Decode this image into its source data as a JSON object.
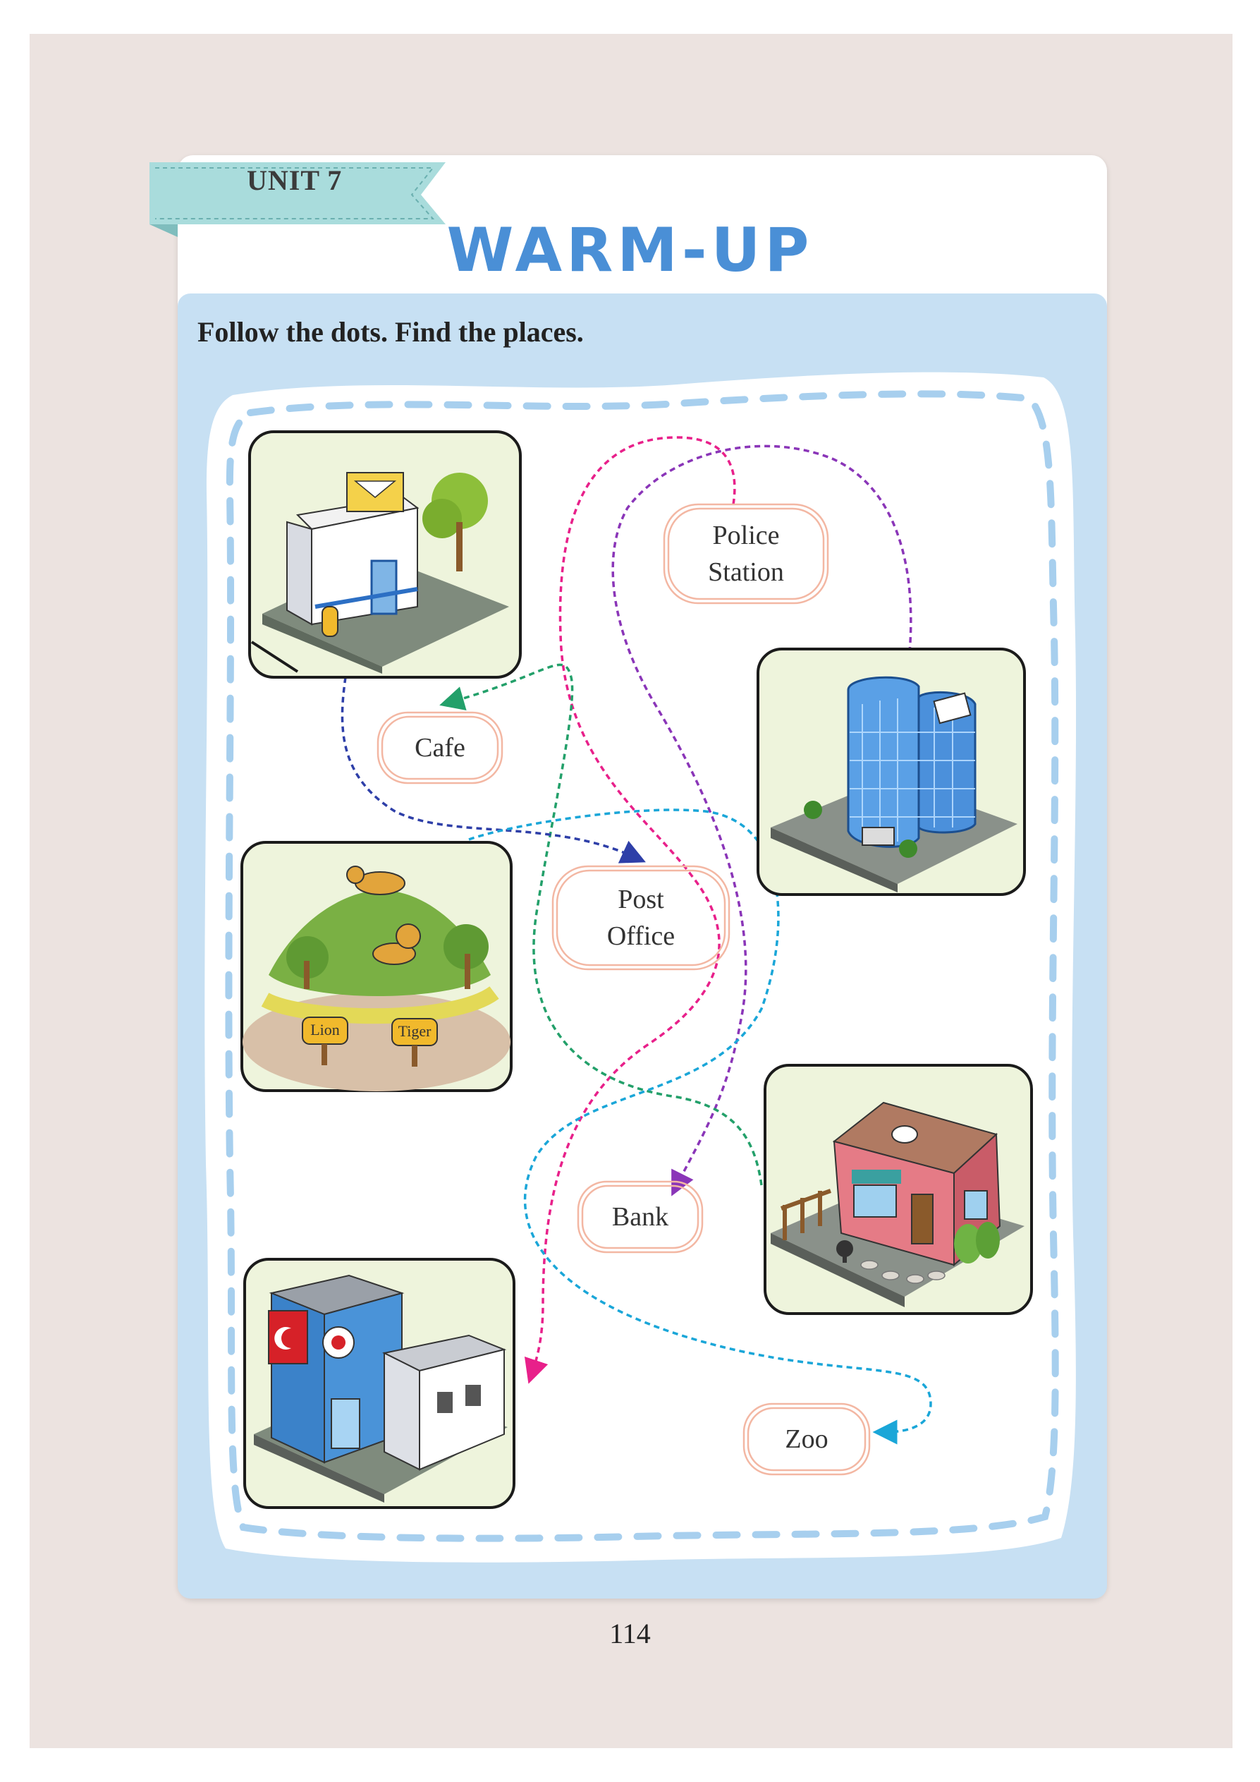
{
  "header": {
    "unit": "UNIT 7",
    "title": "WARM-UP"
  },
  "activity": {
    "instruction": "Follow the dots. Find the places.",
    "labels": {
      "police_line1": "Police",
      "police_line2": "Station",
      "cafe": "Cafe",
      "post_line1": "Post",
      "post_line2": "Office",
      "bank": "Bank",
      "zoo": "Zoo"
    },
    "zoo_signs": {
      "lion": "Lion",
      "tiger": "Tiger"
    },
    "pictures": [
      "post-office",
      "bank-building",
      "zoo",
      "cafe",
      "police-station"
    ]
  },
  "footer": {
    "page_number": "114"
  },
  "colors": {
    "page_background": "#ece3e0",
    "panel_blue": "#c7e0f3",
    "title_blue": "#4a8fd6",
    "ribbon": "#a9dcdc",
    "label_border": "#f3b7a3",
    "trail_pink": "#e8208a",
    "trail_purple": "#8a35b8",
    "trail_green": "#23a06a",
    "trail_navy": "#2e3fa8",
    "trail_cyan": "#1aa6d8"
  }
}
